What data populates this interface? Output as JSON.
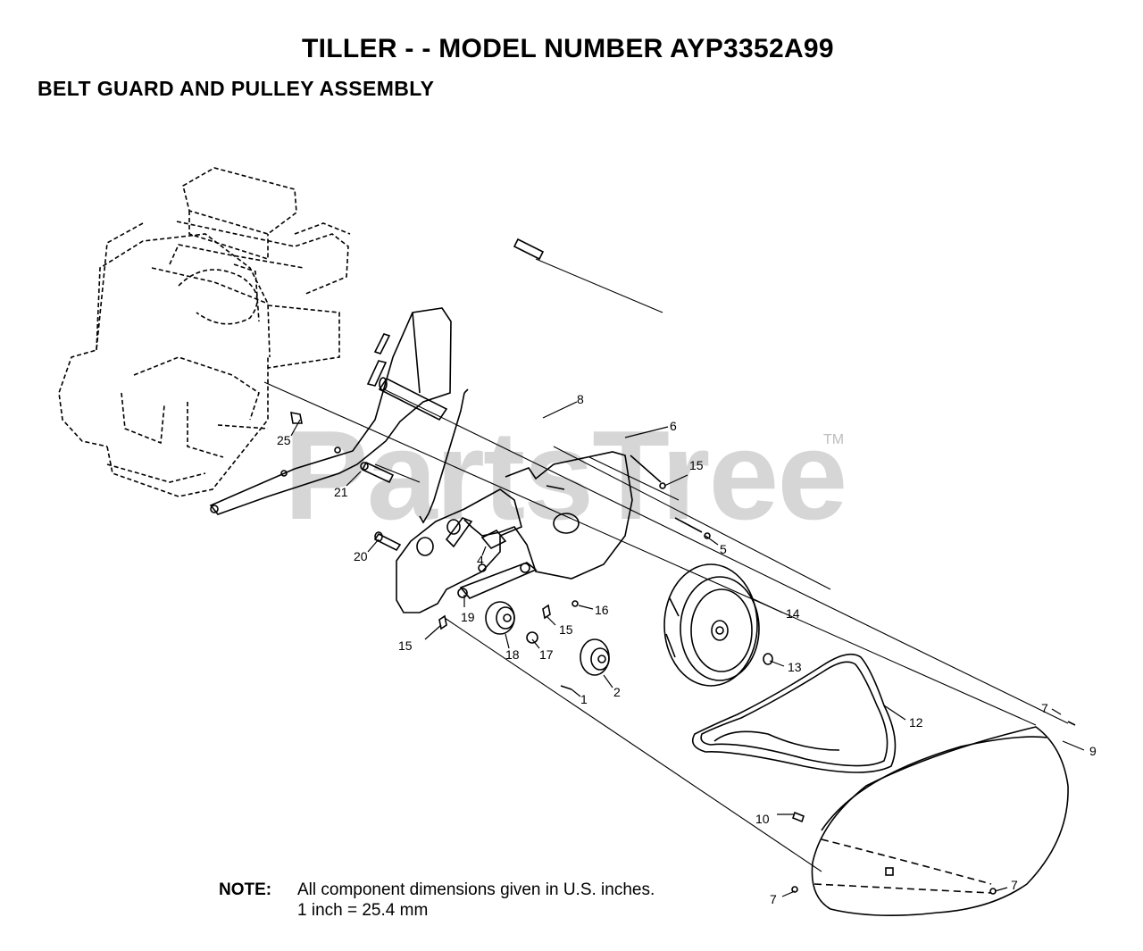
{
  "header": {
    "title": "TILLER - - MODEL NUMBER AYP3352A99",
    "subtitle": "BELT GUARD AND PULLEY ASSEMBLY"
  },
  "watermark": {
    "text": "PartsTree",
    "tm": "TM"
  },
  "note": {
    "label": "NOTE:",
    "line1": "All component dimensions given in U.S. inches.",
    "line2": "1 inch = 25.4 mm"
  },
  "callouts": [
    {
      "id": "c1",
      "text": "1"
    },
    {
      "id": "c2",
      "text": "2"
    },
    {
      "id": "c4",
      "text": "4"
    },
    {
      "id": "c5",
      "text": "5"
    },
    {
      "id": "c6",
      "text": "6"
    },
    {
      "id": "c7a",
      "text": "7"
    },
    {
      "id": "c7b",
      "text": "7"
    },
    {
      "id": "c7c",
      "text": "7"
    },
    {
      "id": "c8",
      "text": "8"
    },
    {
      "id": "c9",
      "text": "9"
    },
    {
      "id": "c10",
      "text": "10"
    },
    {
      "id": "c12",
      "text": "12"
    },
    {
      "id": "c13",
      "text": "13"
    },
    {
      "id": "c14",
      "text": "14"
    },
    {
      "id": "c15a",
      "text": "15"
    },
    {
      "id": "c15b",
      "text": "15"
    },
    {
      "id": "c15c",
      "text": "15"
    },
    {
      "id": "c16",
      "text": "16"
    },
    {
      "id": "c17",
      "text": "17"
    },
    {
      "id": "c18",
      "text": "18"
    },
    {
      "id": "c19",
      "text": "19"
    },
    {
      "id": "c20",
      "text": "20"
    },
    {
      "id": "c21",
      "text": "21"
    },
    {
      "id": "c25",
      "text": "25"
    }
  ]
}
